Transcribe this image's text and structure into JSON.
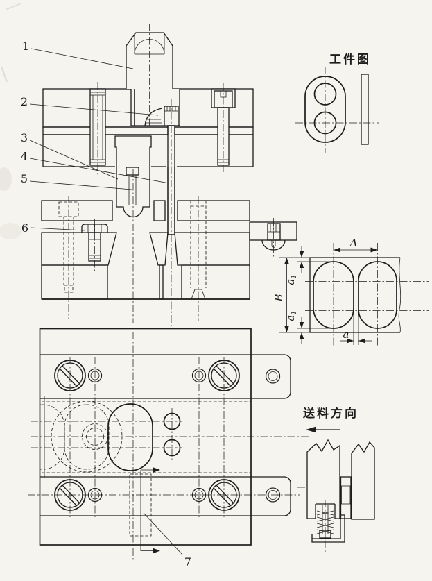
{
  "figure": {
    "kind": "stamping-die engineering drawing",
    "colors": {
      "paper": "#f6f4ef",
      "ink": "#1d1d1d"
    }
  },
  "callouts": {
    "c1": "1",
    "c2": "2",
    "c3": "3",
    "c4": "4",
    "c5": "5",
    "c6": "6",
    "c7": "7"
  },
  "workpiece": {
    "title": "工件图"
  },
  "strip_layout": {
    "dim_A": "A",
    "dim_B": "B",
    "dim_a": "a",
    "dim_a1_main": "a",
    "dim_a1_sub": "1"
  },
  "feed": {
    "label": "送料方向"
  }
}
